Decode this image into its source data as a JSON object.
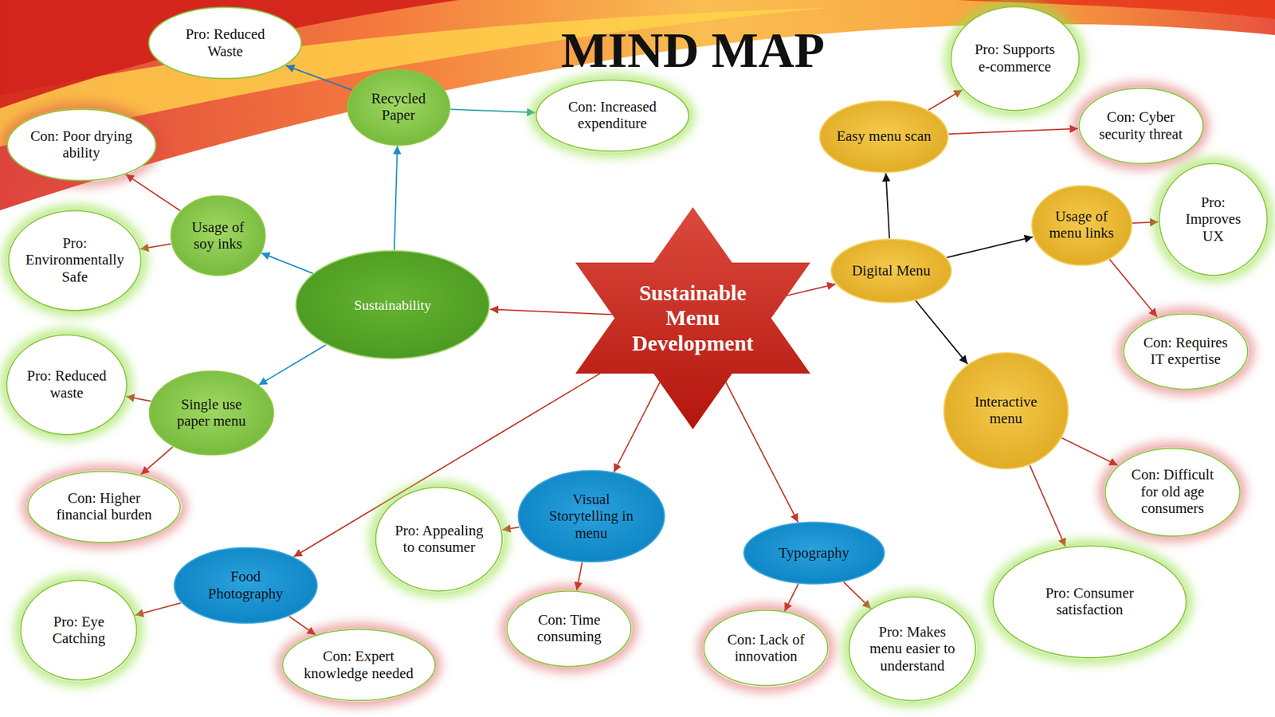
{
  "diagram": {
    "title": "MIND MAP",
    "nodes": [
      {
        "text": [
          "Sustainable Menu Development"
        ]
      },
      {
        "text": [
          "Sustainability"
        ]
      },
      {
        "text": [
          "Recycled Paper"
        ]
      },
      {
        "text": [
          "Pro: Reduced Waste"
        ]
      },
      {
        "text": [
          "Con: Increased expenditure"
        ]
      },
      {
        "text": [
          "Usage of soy inks"
        ]
      },
      {
        "text": [
          "Con: Poor drying ability"
        ]
      },
      {
        "text": [
          "Pro: Environmentally Safe"
        ]
      },
      {
        "text": [
          "Single use paper menu"
        ]
      },
      {
        "text": [
          "Pro: Reduced waste"
        ]
      },
      {
        "text": [
          "Con: Higher financial burden"
        ]
      },
      {
        "text": [
          "Digital Menu"
        ]
      },
      {
        "text": [
          "Easy menu scan"
        ]
      },
      {
        "text": [
          "Pro: Supports e-commerce"
        ]
      },
      {
        "text": [
          "Con: Cyber security threat"
        ]
      },
      {
        "text": [
          "Usage of menu links"
        ]
      },
      {
        "text": [
          "Pro: Improves UX"
        ]
      },
      {
        "text": [
          "Con: Requires IT expertise"
        ]
      },
      {
        "text": [
          "Interactive menu"
        ]
      },
      {
        "text": [
          "Con: Difficult for old age consumers"
        ]
      },
      {
        "text": [
          "Pro: Consumer satisfaction"
        ]
      },
      {
        "text": [
          "Visual Storytelling in menu"
        ]
      },
      {
        "text": [
          "Pro: Appealing to consumer"
        ]
      },
      {
        "text": [
          "Con: Time consuming"
        ]
      },
      {
        "text": [
          "Typography"
        ]
      },
      {
        "text": [
          "Con: Lack of innovation"
        ]
      },
      {
        "text": [
          "Pro: Makes menu easier to understand"
        ]
      },
      {
        "text": [
          "Food Photography"
        ]
      },
      {
        "text": [
          "Pro: Eye Catching"
        ]
      },
      {
        "text": [
          "Con: Expert knowledge needed"
        ]
      }
    ],
    "edges": [
      {
        "from": 0,
        "to": 1,
        "arrow": "to"
      },
      {
        "from": 1,
        "to": 2,
        "arrow": "to"
      },
      {
        "from": 1,
        "to": 5,
        "arrow": "to"
      },
      {
        "from": 1,
        "to": 8,
        "arrow": "to"
      },
      {
        "from": 2,
        "to": 3,
        "arrow": "to"
      },
      {
        "from": 2,
        "to": 4,
        "arrow": "to"
      },
      {
        "from": 5,
        "to": 6,
        "arrow": "to"
      },
      {
        "from": 5,
        "to": 7,
        "arrow": "to"
      },
      {
        "from": 8,
        "to": 9,
        "arrow": "to"
      },
      {
        "from": 8,
        "to": 10,
        "arrow": "to"
      },
      {
        "from": 0,
        "to": 11,
        "arrow": "to"
      },
      {
        "from": 11,
        "to": 12,
        "arrow": "to"
      },
      {
        "from": 11,
        "to": 15,
        "arrow": "to"
      },
      {
        "from": 11,
        "to": 18,
        "arrow": "to"
      },
      {
        "from": 12,
        "to": 13,
        "arrow": "to"
      },
      {
        "from": 12,
        "to": 14,
        "arrow": "to"
      },
      {
        "from": 15,
        "to": 16,
        "arrow": "to"
      },
      {
        "from": 15,
        "to": 17,
        "arrow": "to"
      },
      {
        "from": 18,
        "to": 19,
        "arrow": "to"
      },
      {
        "from": 18,
        "to": 20,
        "arrow": "to"
      },
      {
        "from": 0,
        "to": 21,
        "arrow": "to"
      },
      {
        "from": 21,
        "to": 22,
        "arrow": "to"
      },
      {
        "from": 21,
        "to": 23,
        "arrow": "to"
      },
      {
        "from": 0,
        "to": 24,
        "arrow": "to"
      },
      {
        "from": 24,
        "to": 25,
        "arrow": "to"
      },
      {
        "from": 24,
        "to": 26,
        "arrow": "to"
      },
      {
        "from": 0,
        "to": 27,
        "arrow": "to"
      },
      {
        "from": 27,
        "to": 28,
        "arrow": "to"
      },
      {
        "from": 27,
        "to": 29,
        "arrow": "to"
      }
    ]
  }
}
